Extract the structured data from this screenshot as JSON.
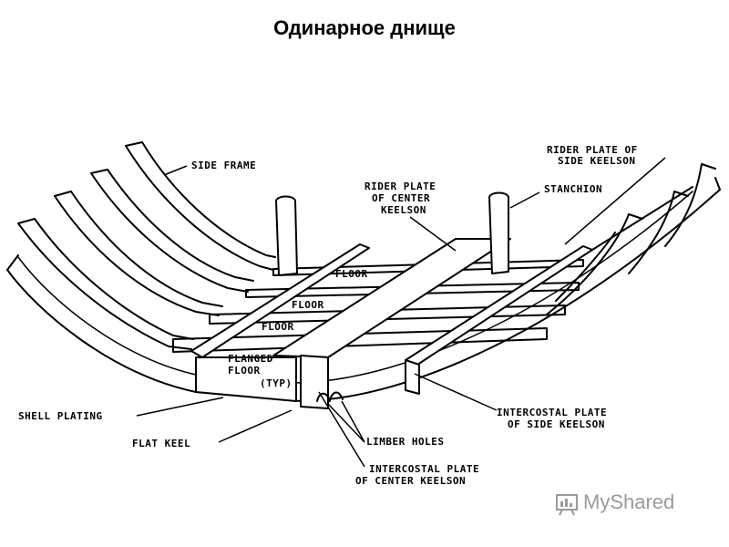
{
  "title": "Одинарное днище",
  "labels": {
    "side_frame": "SIDE FRAME",
    "rider_plate_center_1": "RIDER PLATE",
    "rider_plate_center_2": "OF CENTER",
    "rider_plate_center_3": "KEELSON",
    "rider_plate_side_1": "RIDER PLATE OF",
    "rider_plate_side_2": "SIDE KEELSON",
    "stanchion": "STANCHION",
    "floor_1": "FLOOR",
    "floor_2": "FLOOR",
    "floor_3": "FLOOR",
    "flanged_floor_1": "FLANGED",
    "flanged_floor_2": "FLOOR",
    "flanged_floor_3": "(TYP)",
    "shell_plating": "SHELL PLATING",
    "flat_keel": "FLAT KEEL",
    "limber_holes": "LIMBER HOLES",
    "intercostal_side_1": "INTERCOSTAL PLATE",
    "intercostal_side_2": "OF SIDE KEELSON",
    "intercostal_center_1": "INTERCOSTAL PLATE",
    "intercostal_center_2": "OF CENTER KEELSON"
  },
  "watermark": "MyShared"
}
